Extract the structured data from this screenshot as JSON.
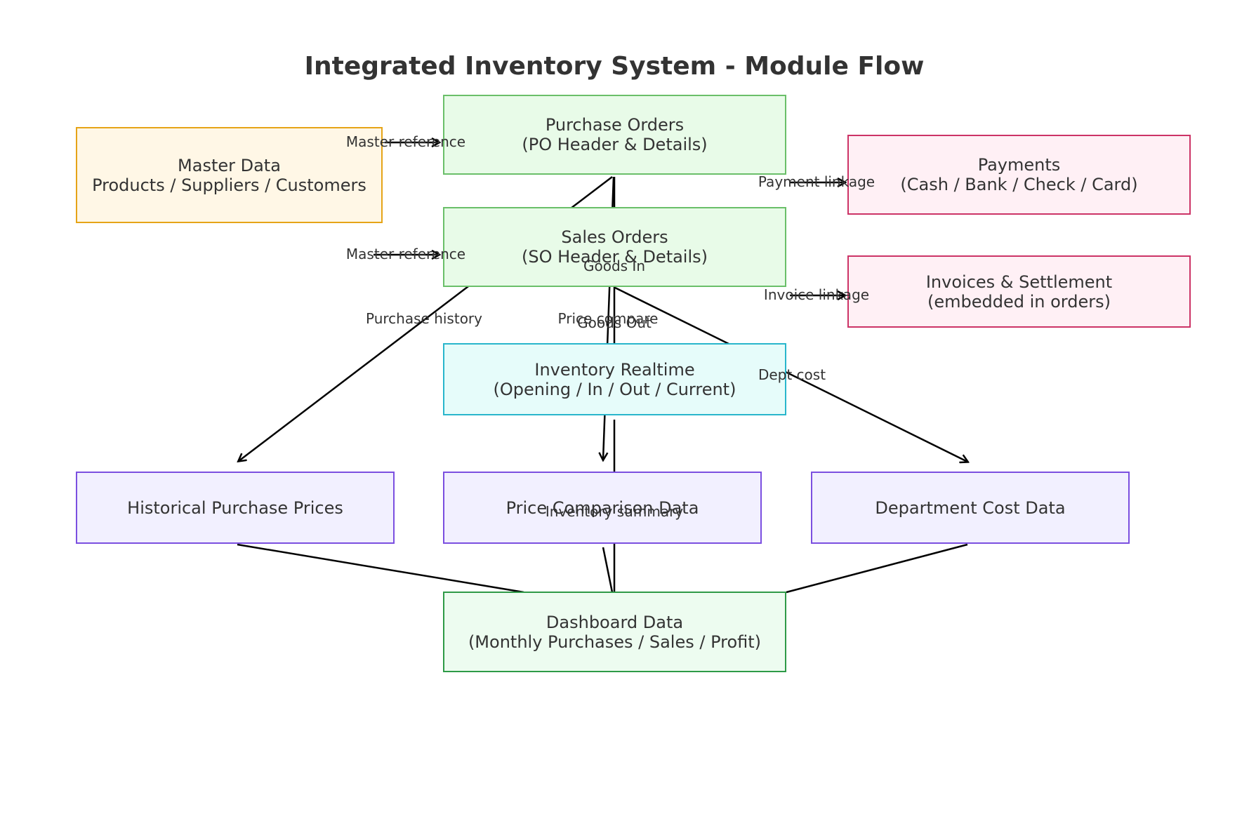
{
  "title": "Integrated Inventory System - Module Flow",
  "colors": {
    "master": {
      "stroke": "#e6a417",
      "fill": "#fff7e6"
    },
    "orders": {
      "stroke": "#6abf69",
      "fill": "#e8fbe8"
    },
    "finance": {
      "stroke": "#cc3366",
      "fill": "#fff0f5"
    },
    "inventory": {
      "stroke": "#29b6cc",
      "fill": "#e6fcfa"
    },
    "reports": {
      "stroke": "#7b4fe0",
      "fill": "#f2f0ff"
    },
    "dashboard": {
      "stroke": "#2e9a47",
      "fill": "#edfcf0"
    },
    "edge": "#000000"
  },
  "nodes": {
    "master_data": "Master Data\nProducts / Suppliers / Customers",
    "purchase_orders": "Purchase Orders\n(PO Header & Details)",
    "sales_orders": "Sales Orders\n(SO Header & Details)",
    "payments": "Payments\n(Cash / Bank / Check / Card)",
    "invoices": "Invoices & Settlement\n(embedded in orders)",
    "inventory_realtime": "Inventory Realtime\n(Opening / In / Out / Current)",
    "historical_prices": "Historical Purchase Prices",
    "price_comparison": "Price Comparison Data",
    "department_cost": "Department Cost Data",
    "dashboard": "Dashboard Data\n(Monthly Purchases / Sales / Profit)"
  },
  "edge_labels": {
    "master_ref_po": "Master reference",
    "master_ref_so": "Master reference",
    "payment_linkage": "Payment linkage",
    "invoice_linkage": "Invoice linkage",
    "goods_in": "Goods In",
    "goods_out": "Goods Out",
    "purchase_history": "Purchase history",
    "price_compare": "Price compare",
    "dept_cost": "Dept cost",
    "inventory_summary": "Inventory summary"
  }
}
